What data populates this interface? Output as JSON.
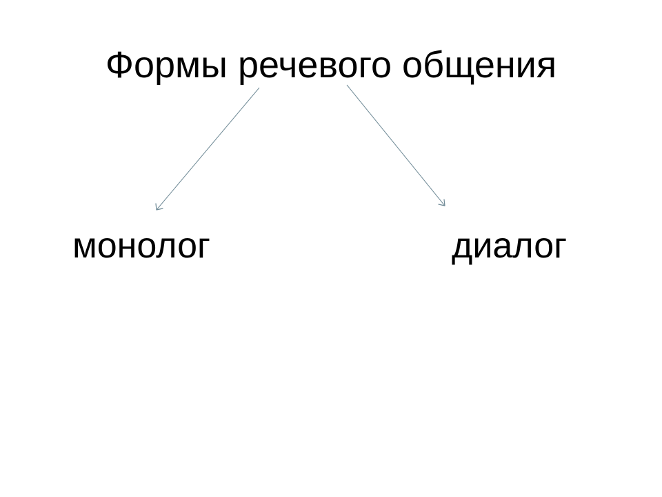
{
  "title": "Формы речевого общения",
  "nodes": {
    "left": "монолог",
    "right": "диалог"
  },
  "colors": {
    "arrow": "#6f8a96",
    "text": "#000000",
    "background": "#ffffff"
  }
}
